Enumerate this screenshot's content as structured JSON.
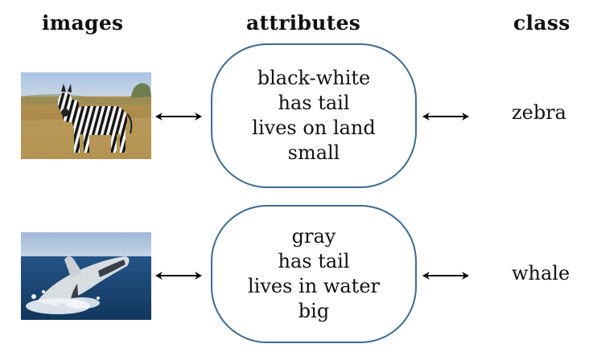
{
  "headers": {
    "images": "images",
    "attributes": "attributes",
    "class": "class"
  },
  "rows": [
    {
      "image_icon": "zebra-photo",
      "attributes": [
        "black-white",
        "has tail",
        "lives on land",
        "small"
      ],
      "class": "zebra"
    },
    {
      "image_icon": "whale-photo",
      "attributes": [
        "gray",
        "has tail",
        "lives in water",
        "big"
      ],
      "class": "whale"
    }
  ],
  "colors": {
    "box_border": "#3e6a8f",
    "arrow": "#000000"
  }
}
